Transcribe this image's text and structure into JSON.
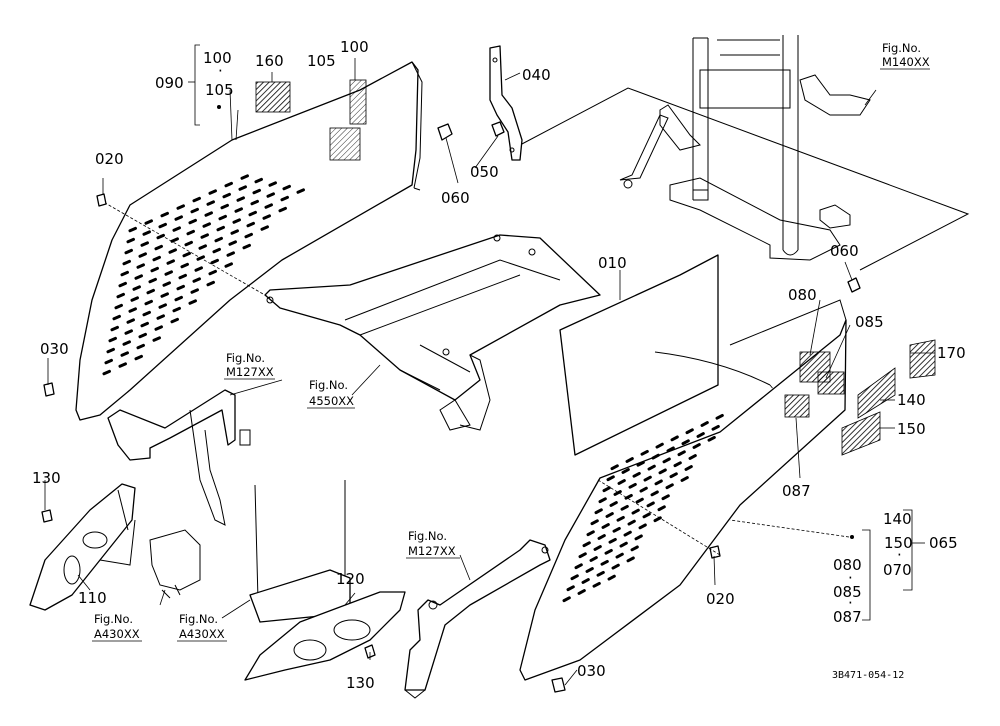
{
  "labels": {
    "p010": "010",
    "p020a": "020",
    "p020b": "020",
    "p030a": "030",
    "p030b": "030",
    "p040": "040",
    "p050": "050",
    "p060a": "060",
    "p060b": "060",
    "p065": "065",
    "p070": "070",
    "p080a": "080",
    "p080b": "080",
    "p085a": "085",
    "p085b": "085",
    "p087a": "087",
    "p087b": "087",
    "p090": "090",
    "p100a": "100",
    "p100b": "100",
    "p105a": "105",
    "p105b": "105",
    "p110": "110",
    "p120": "120",
    "p130a": "130",
    "p130b": "130",
    "p140a": "140",
    "p140b": "140",
    "p150a": "150",
    "p150b": "150",
    "p160": "160",
    "p170": "170"
  },
  "figrefs": {
    "m140_a": "Fig.No.",
    "m140_b": "M140XX",
    "m127a_a": "Fig.No.",
    "m127a_b": "M127XX",
    "f4550_a": "Fig.No.",
    "f4550_b": "4550XX",
    "a430a_a": "Fig.No.",
    "a430a_b": "A430XX",
    "a430b_a": "Fig.No.",
    "a430b_b": "A430XX",
    "m127b_a": "Fig.No.",
    "m127b_b": "M127XX"
  },
  "drawing_number": "3B471-054-12"
}
